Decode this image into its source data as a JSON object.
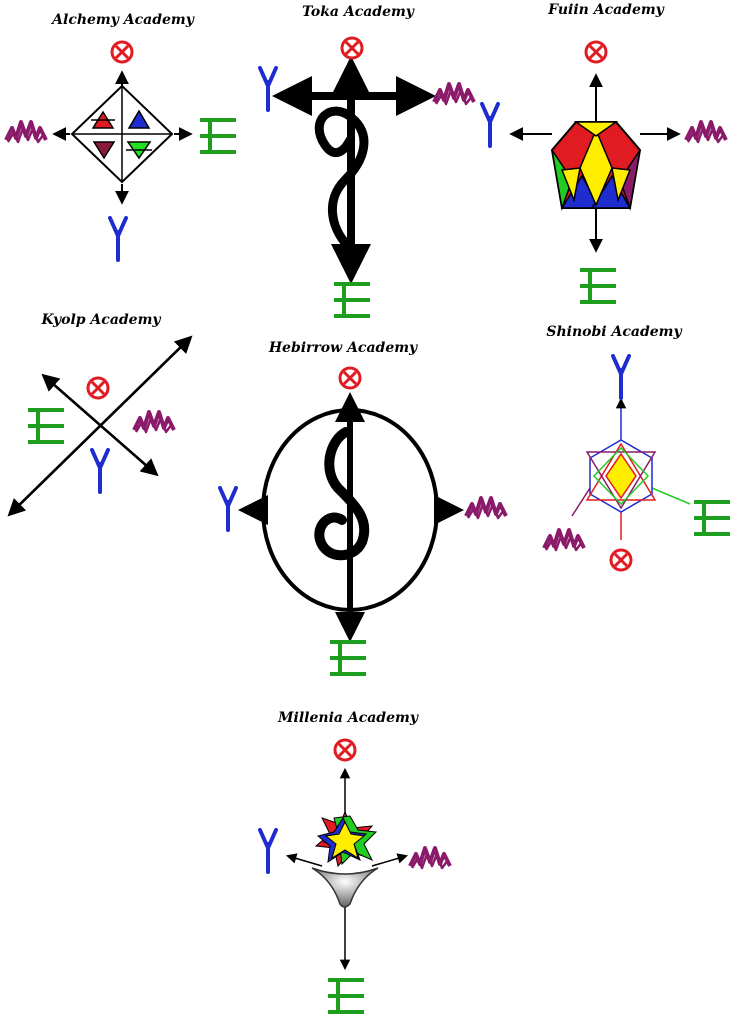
{
  "academies": [
    {
      "id": "alchemy",
      "title": "Alchemy Academy"
    },
    {
      "id": "toka",
      "title": "Toka Academy"
    },
    {
      "id": "fuiin",
      "title": "Fuiin Academy"
    },
    {
      "id": "kyolp",
      "title": "Kyolp Academy"
    },
    {
      "id": "hebirrow",
      "title": "Hebirrow Academy"
    },
    {
      "id": "shinobi",
      "title": "Shinobi Academy"
    },
    {
      "id": "millenia",
      "title": "Millenia Academy"
    }
  ],
  "colors": {
    "red_symbol": "#e11b22",
    "blue_symbol": "#1f2ccf",
    "purple_symbol": "#8b1a6b",
    "green_symbol": "#1e9e1e",
    "yellow": "#ffee00"
  },
  "icons": [
    "crossed-circle-icon",
    "trident-icon",
    "zigzag-icon",
    "ladder-icon"
  ]
}
